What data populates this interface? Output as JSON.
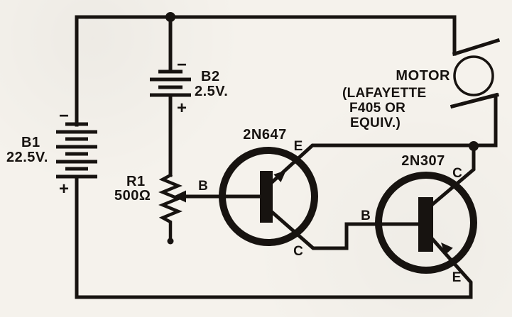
{
  "colors": {
    "paper": "#f5f2ec",
    "ink": "#171310"
  },
  "schematic": {
    "b1": {
      "name": "B1",
      "voltage": "22.5V.",
      "minus": "−",
      "plus": "+"
    },
    "b2": {
      "name": "B2",
      "voltage": "2.5V.",
      "minus": "−",
      "plus": "+"
    },
    "r1": {
      "name": "R1",
      "value": "500Ω"
    },
    "q1": {
      "name": "2N647",
      "pin_e": "E",
      "pin_b": "B",
      "pin_c": "C"
    },
    "q2": {
      "name": "2N307",
      "pin_e": "E",
      "pin_b": "B",
      "pin_c": "C"
    },
    "motor": {
      "name": "MOTOR",
      "note_line1": "(LAFAYETTE",
      "note_line2": "F405 OR",
      "note_line3": "EQUIV.)"
    }
  }
}
